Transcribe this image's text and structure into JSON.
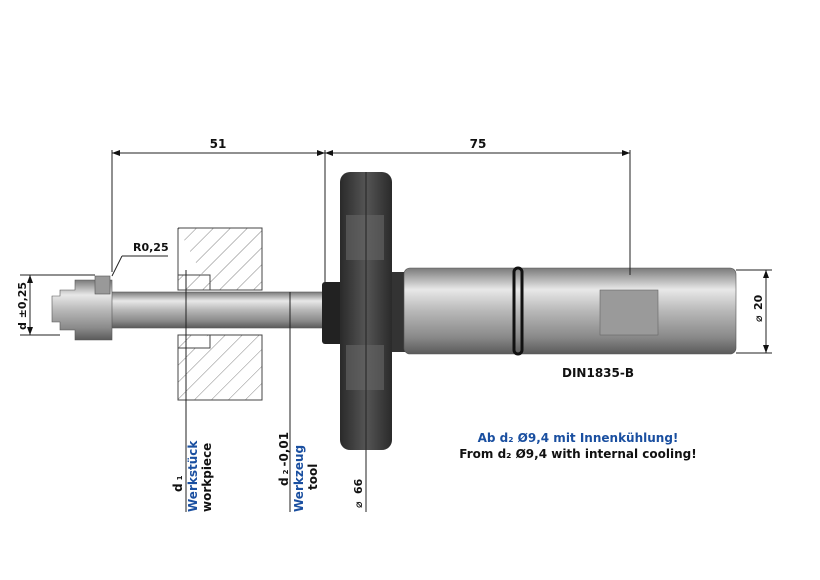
{
  "dimensions": {
    "length_1": "51",
    "length_2": "75",
    "radius": "R0,25",
    "d_tol": "d ±0,25",
    "shank_dia": "20",
    "disk_dia": "66",
    "dia_symbol": "⌀"
  },
  "labels": {
    "d1": "d",
    "d1_sub": "1",
    "werkstueck": "Werkstück",
    "workpiece": "workpiece",
    "d2": "d",
    "d2_sub": "2",
    "d2_tol": "-0,01",
    "werkzeug": "Werkzeug",
    "tool": "tool",
    "standard": "DIN1835-B"
  },
  "notes": {
    "german": "Ab d₂ Ø9,4 mit Innenkühlung!",
    "english": "From d₂ Ø9,4 with internal cooling!"
  },
  "colors": {
    "blue": "#1a4fa0",
    "text": "#111111"
  }
}
